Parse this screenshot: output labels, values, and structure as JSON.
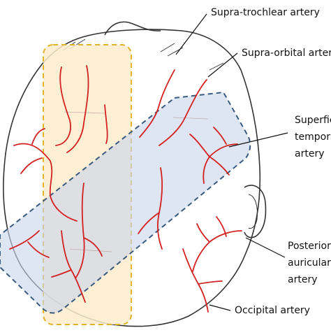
{
  "labels": {
    "supra_trochlear": "Supra-trochlear artery",
    "supra_orbital": "Supra-orbital artery",
    "superficial_temporal_line1": "Superficial",
    "superficial_temporal_line2": "temporal",
    "superficial_temporal_line3": "artery",
    "posterior_auricular_line1": "Posterior",
    "posterior_auricular_line2": "auricular",
    "posterior_auricular_line3": "artery",
    "occipital": "Occipital artery"
  },
  "colors": {
    "artery": "#d42020",
    "skull_outline": "#333333",
    "yellow_zone_fill": "#fbeccd",
    "yellow_zone_stroke": "#e0b52a",
    "blue_zone_fill": "#c9d5ec",
    "blue_zone_stroke": "#3b5a7e",
    "leader_line": "#111111"
  },
  "zones": [
    {
      "name": "vertical-midline-zone",
      "style": "dashed",
      "color": "yellow"
    },
    {
      "name": "diagonal-zone",
      "style": "dashed",
      "color": "blue"
    }
  ]
}
